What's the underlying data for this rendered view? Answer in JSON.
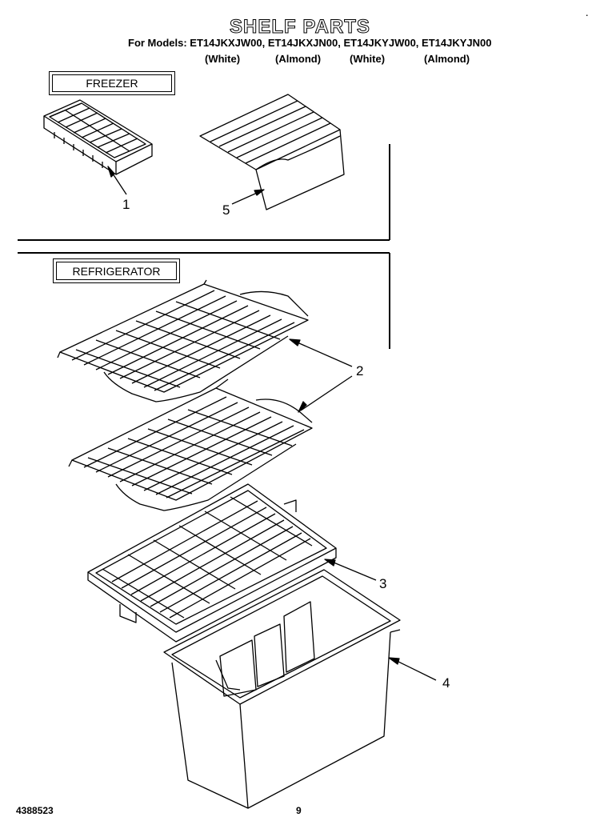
{
  "header": {
    "title": "SHELF PARTS",
    "models_line": "For Models: ET14JKXJW00, ET14JKXJN00, ET14JKYJW00, ET14JKYJN00",
    "finishes": [
      "(White)",
      "(Almond)",
      "(White)",
      "(Almond)"
    ]
  },
  "sections": {
    "freezer": "FREEZER",
    "refrigerator": "REFRIGERATOR"
  },
  "callouts": {
    "ice_tray": "1",
    "wire_shelves": "2",
    "crisper_cover": "3",
    "crisper_pan": "4",
    "freezer_shelf": "5"
  },
  "footer": {
    "doc_number": "4388523",
    "page_number": "9"
  },
  "corner_mark": "·"
}
